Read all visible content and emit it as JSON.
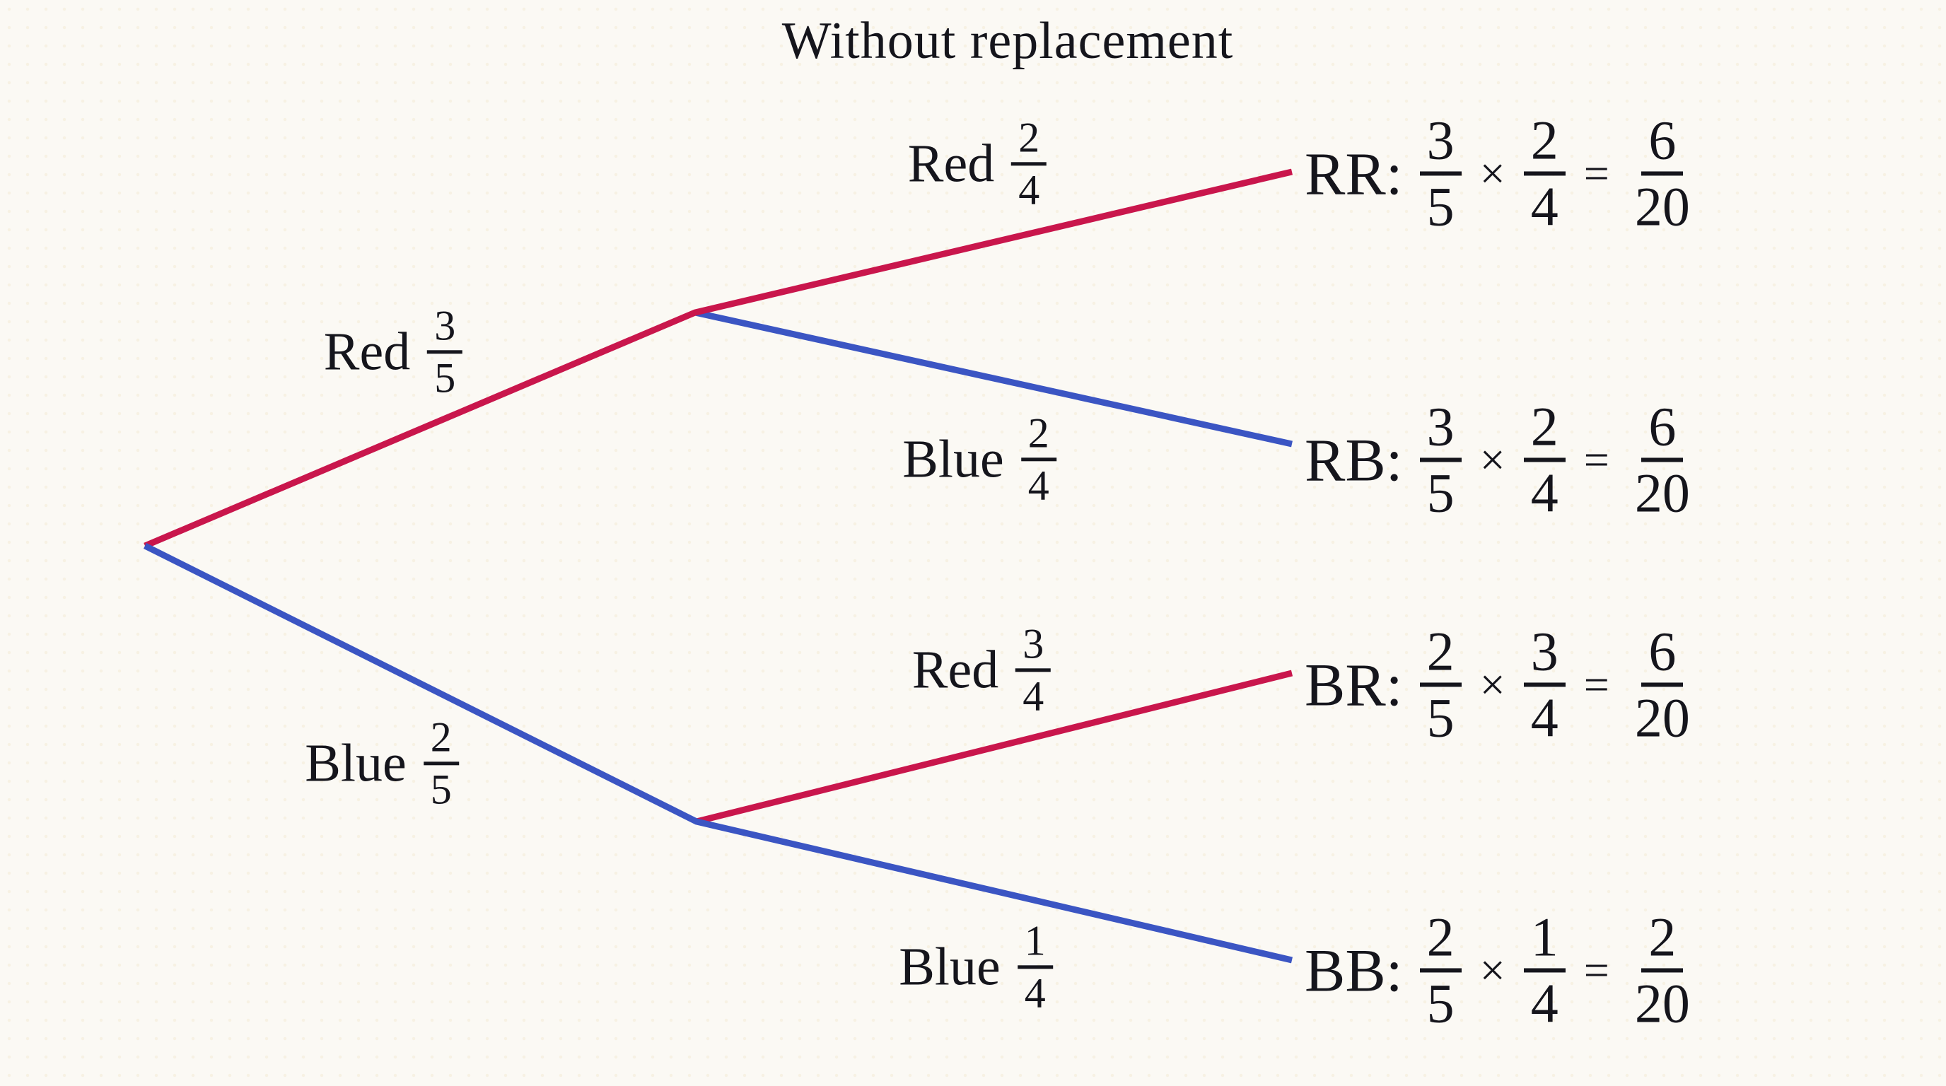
{
  "title": "Without replacement",
  "colors": {
    "background": "#FBF9F4",
    "ink": "#15151c",
    "red": "#C9164C",
    "blue": "#3B55C3"
  },
  "tree": {
    "branches": {
      "first_red": {
        "word": "Red",
        "num": "3",
        "den": "5"
      },
      "first_blue": {
        "word": "Blue",
        "num": "2",
        "den": "5"
      },
      "second_red_red": {
        "word": "Red",
        "num": "2",
        "den": "4"
      },
      "second_red_blue": {
        "word": "Blue",
        "num": "2",
        "den": "4"
      },
      "second_blue_red": {
        "word": "Red",
        "num": "3",
        "den": "4"
      },
      "second_blue_blue": {
        "word": "Blue",
        "num": "1",
        "den": "4"
      }
    },
    "outcomes": [
      {
        "name": "RR:",
        "times": "×",
        "equals": "=",
        "first": {
          "num": "3",
          "den": "5"
        },
        "second": {
          "num": "2",
          "den": "4"
        },
        "result": {
          "num": "6",
          "den": "20"
        }
      },
      {
        "name": "RB:",
        "times": "×",
        "equals": "=",
        "first": {
          "num": "3",
          "den": "5"
        },
        "second": {
          "num": "2",
          "den": "4"
        },
        "result": {
          "num": "6",
          "den": "20"
        }
      },
      {
        "name": "BR:",
        "times": "×",
        "equals": "=",
        "first": {
          "num": "2",
          "den": "5"
        },
        "second": {
          "num": "3",
          "den": "4"
        },
        "result": {
          "num": "6",
          "den": "20"
        }
      },
      {
        "name": "BB:",
        "times": "×",
        "equals": "=",
        "first": {
          "num": "2",
          "den": "5"
        },
        "second": {
          "num": "1",
          "den": "4"
        },
        "result": {
          "num": "2",
          "den": "20"
        }
      }
    ]
  }
}
